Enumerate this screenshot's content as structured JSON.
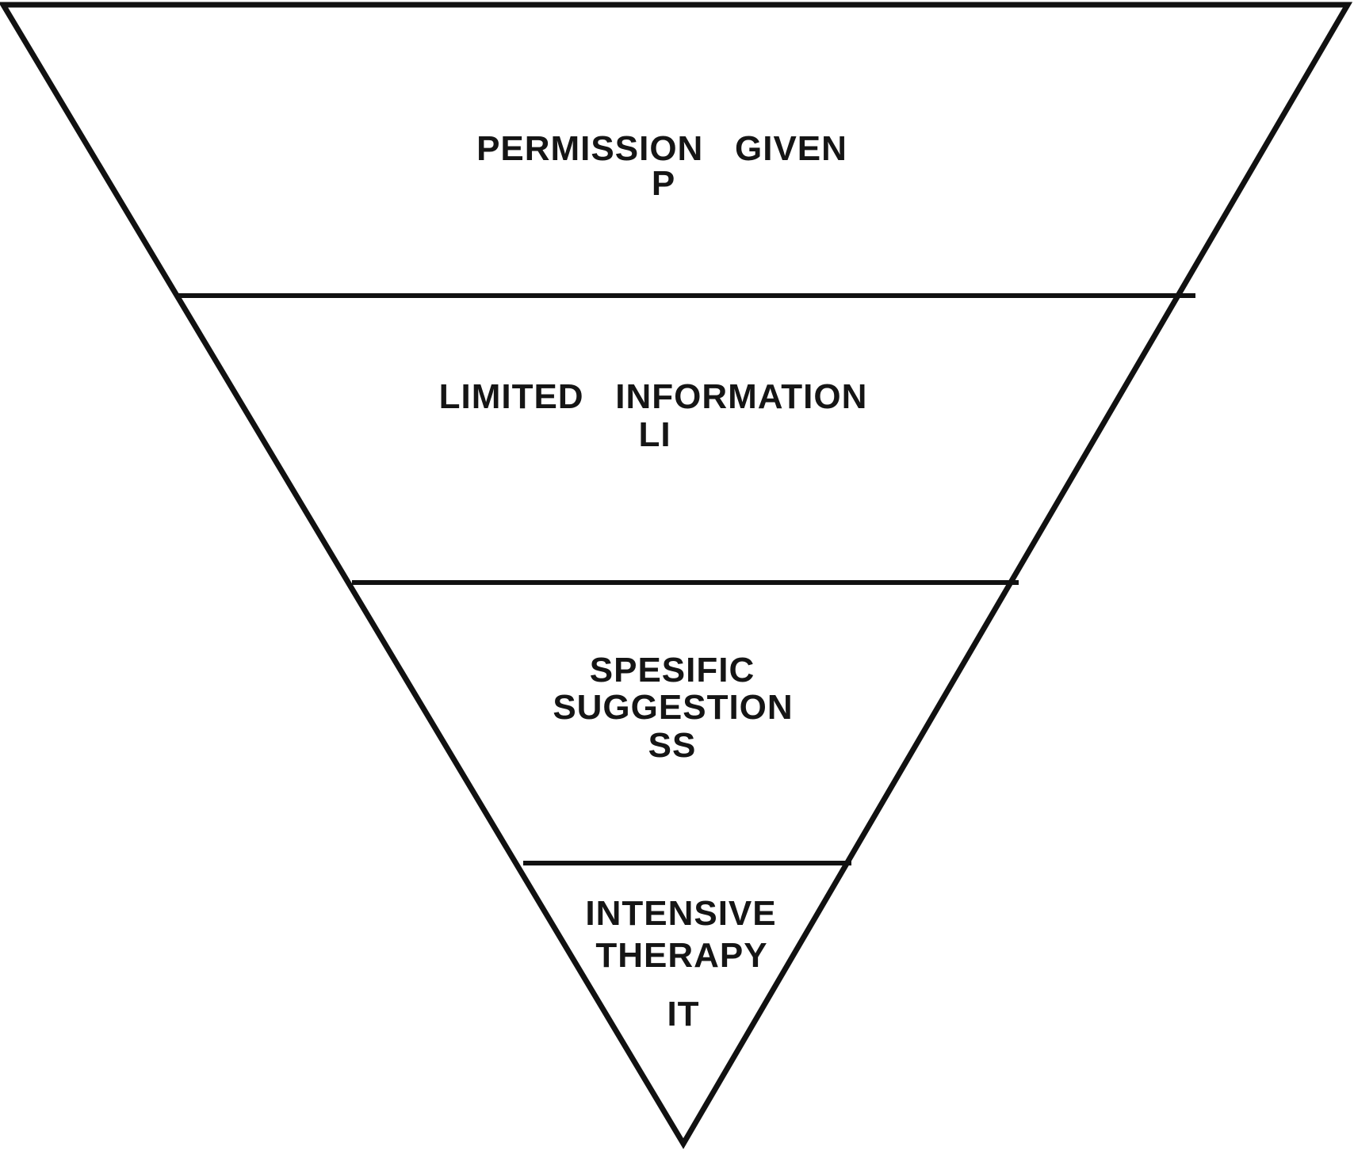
{
  "diagram": {
    "levels": [
      {
        "lines": [
          "PERMISSION   GIVEN",
          "P"
        ]
      },
      {
        "lines": [
          "LIMITED   INFORMATION",
          "LI"
        ]
      },
      {
        "lines": [
          "SPESIFIC",
          "SUGGESTION",
          "SS"
        ]
      },
      {
        "lines": [
          "INTENSIVE",
          "THERAPY",
          "IT"
        ]
      }
    ],
    "colors": {
      "stroke": "#111111",
      "text": "#151515",
      "background": "#ffffff"
    }
  }
}
